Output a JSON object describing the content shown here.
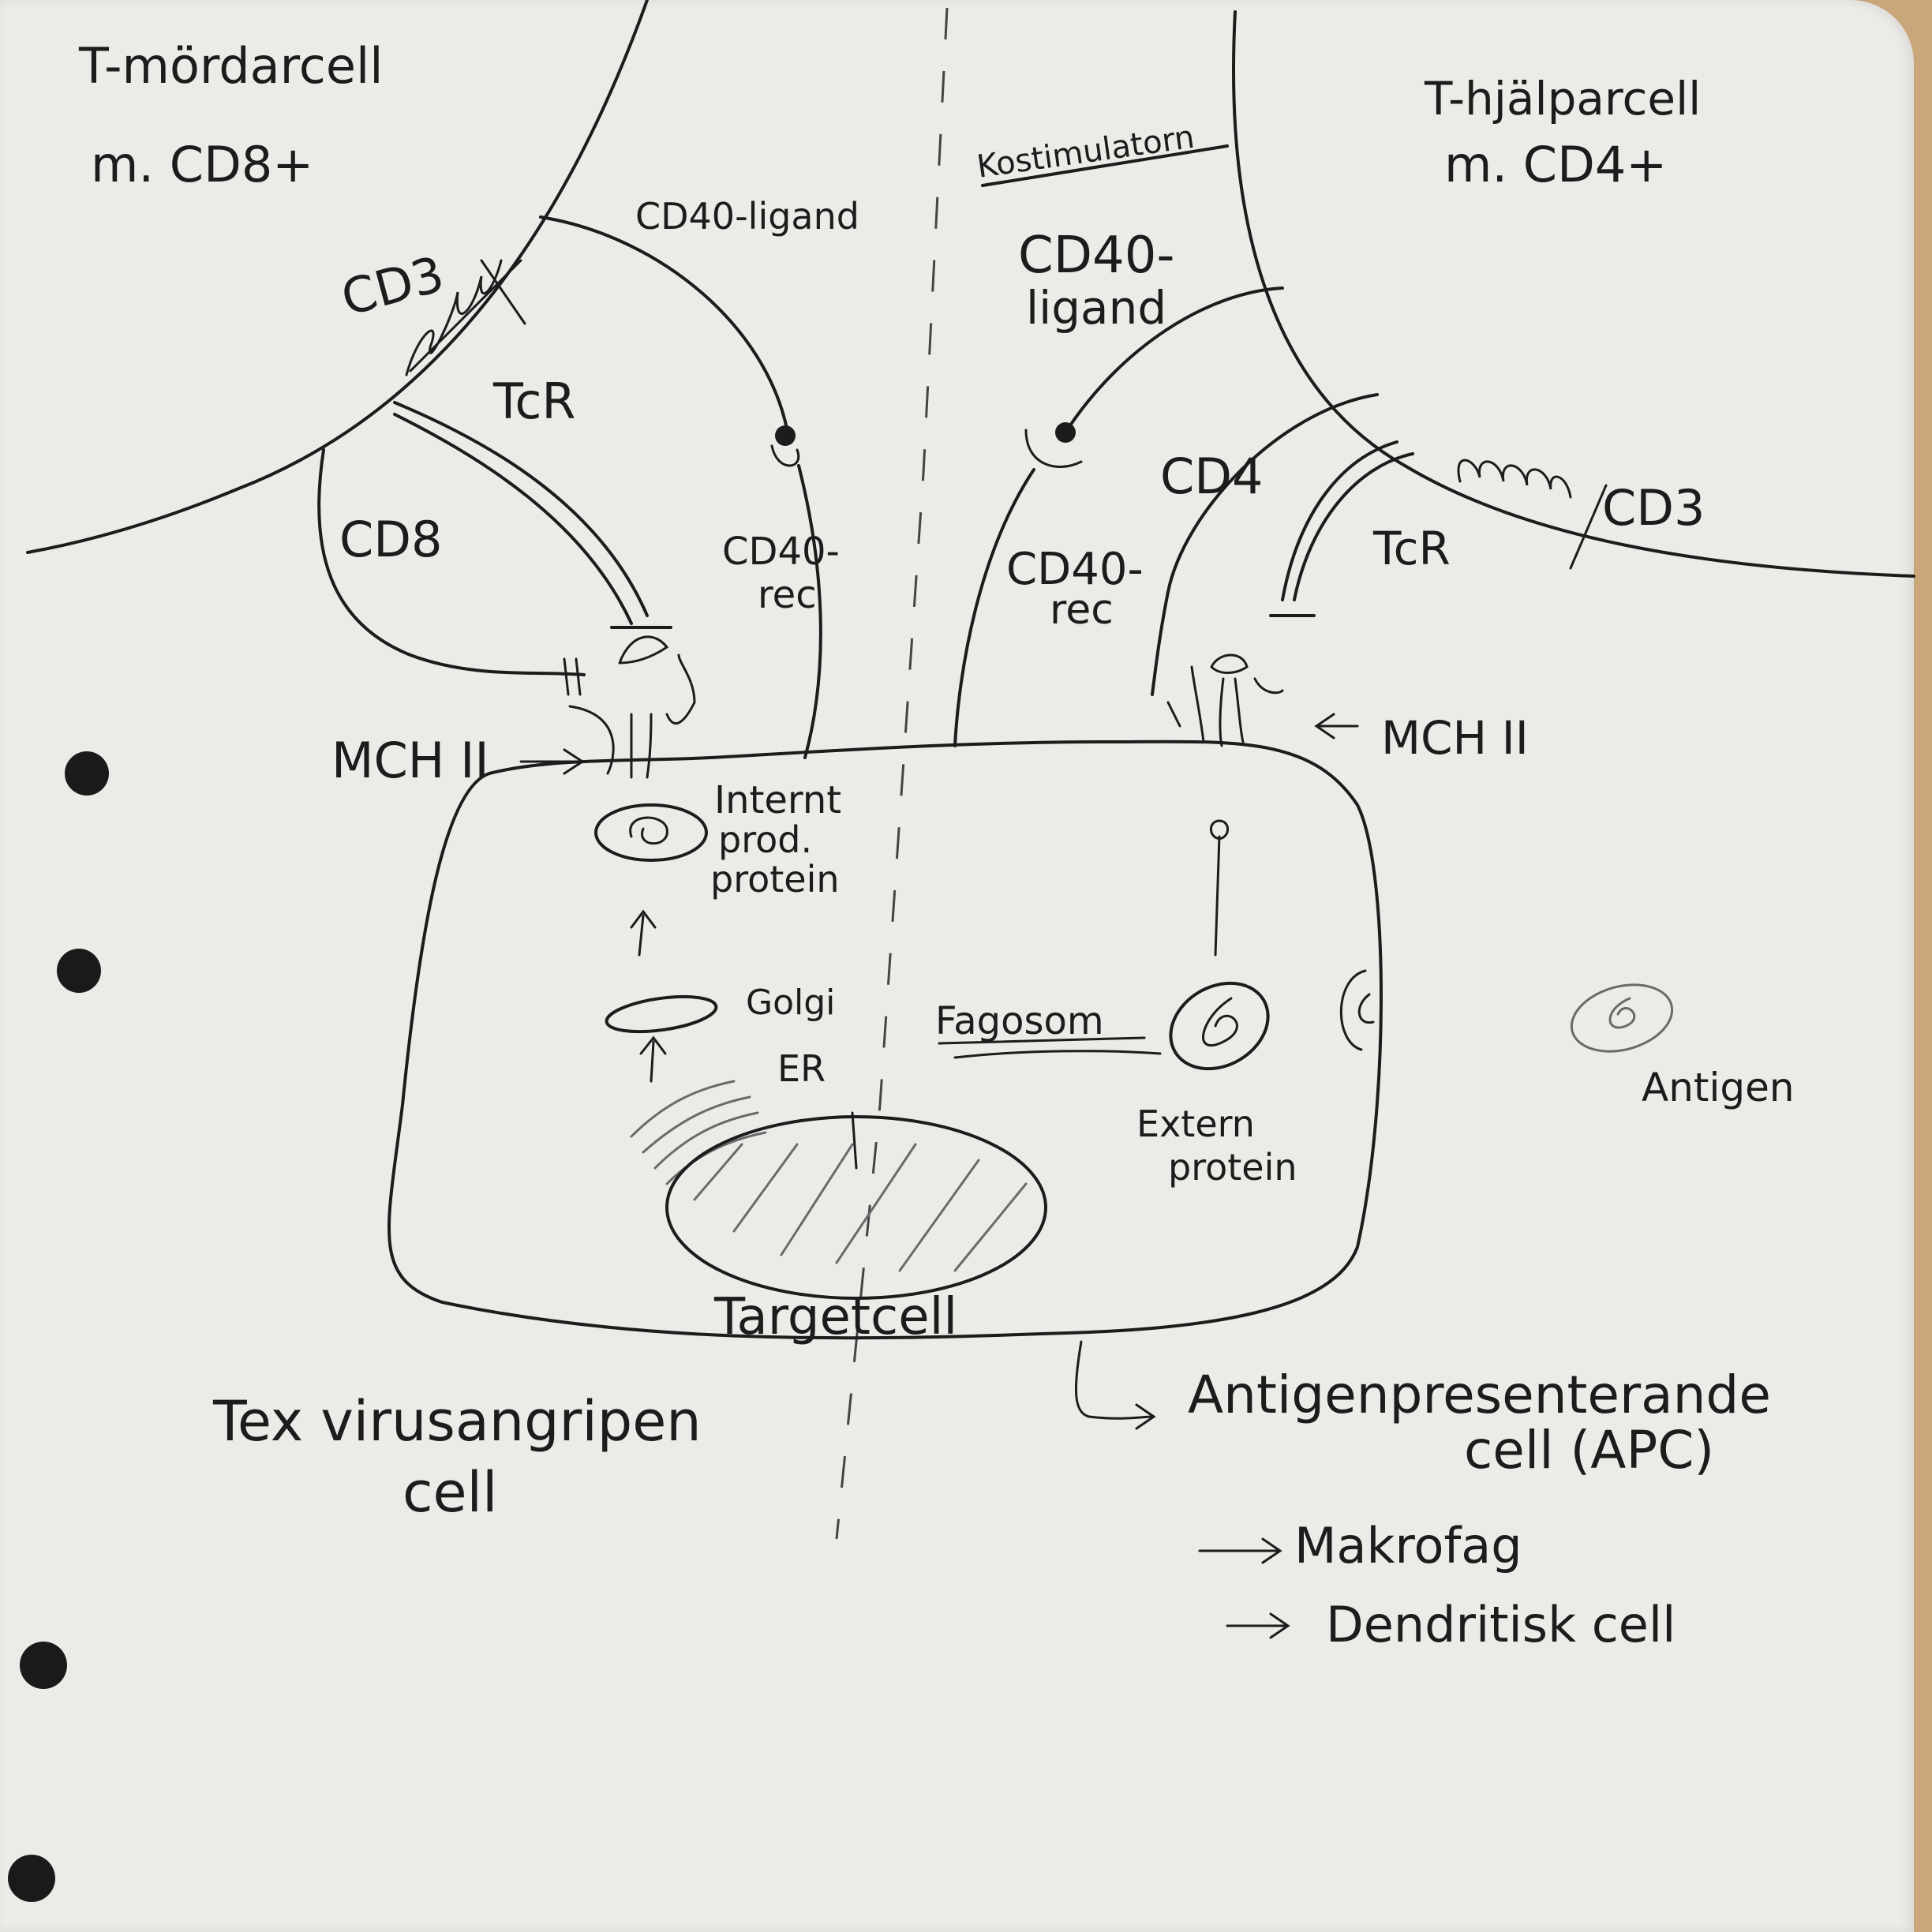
{
  "labels": {
    "killer_cell": "T-mördarcell",
    "killer_marker": "m. CD8+",
    "helper_cell": "T-hjälparcell",
    "helper_marker": "m. CD4+",
    "costimulator": "Kostimulatorn",
    "cd3_left": "CD3",
    "cd3_right": "CD3",
    "tcr_left": "TcR",
    "tcr_right": "TcR",
    "cd8": "CD8",
    "cd4": "CD4",
    "cd40_ligand_left": "CD40-ligand",
    "cd40_ligand_right_line1": "CD40-",
    "cd40_ligand_right_line2": "ligand",
    "cd40_rec_left_line1": "CD40-",
    "cd40_rec_left_line2": "rec",
    "cd40_rec_right_line1": "CD40-",
    "cd40_rec_right_line2": "rec",
    "mhc_left": "MCH II",
    "mhc_right": "MCH II",
    "internal_protein_line1": "Internt",
    "internal_protein_line2": "prod.",
    "internal_protein_line3": "protein",
    "golgi": "Golgi",
    "er": "ER",
    "fagosom": "Fagosom",
    "extern_protein_line1": "Extern",
    "extern_protein_line2": "protein",
    "antigen": "Antigen",
    "target_cell": "Targetcell",
    "example_line1": "Tex virusangripen",
    "example_line2": "cell",
    "apc_line1": "Antigenpresenterande",
    "apc_line2": "cell (APC)",
    "macrophage": "Makrofag",
    "dendritic": "Dendritisk cell"
  }
}
